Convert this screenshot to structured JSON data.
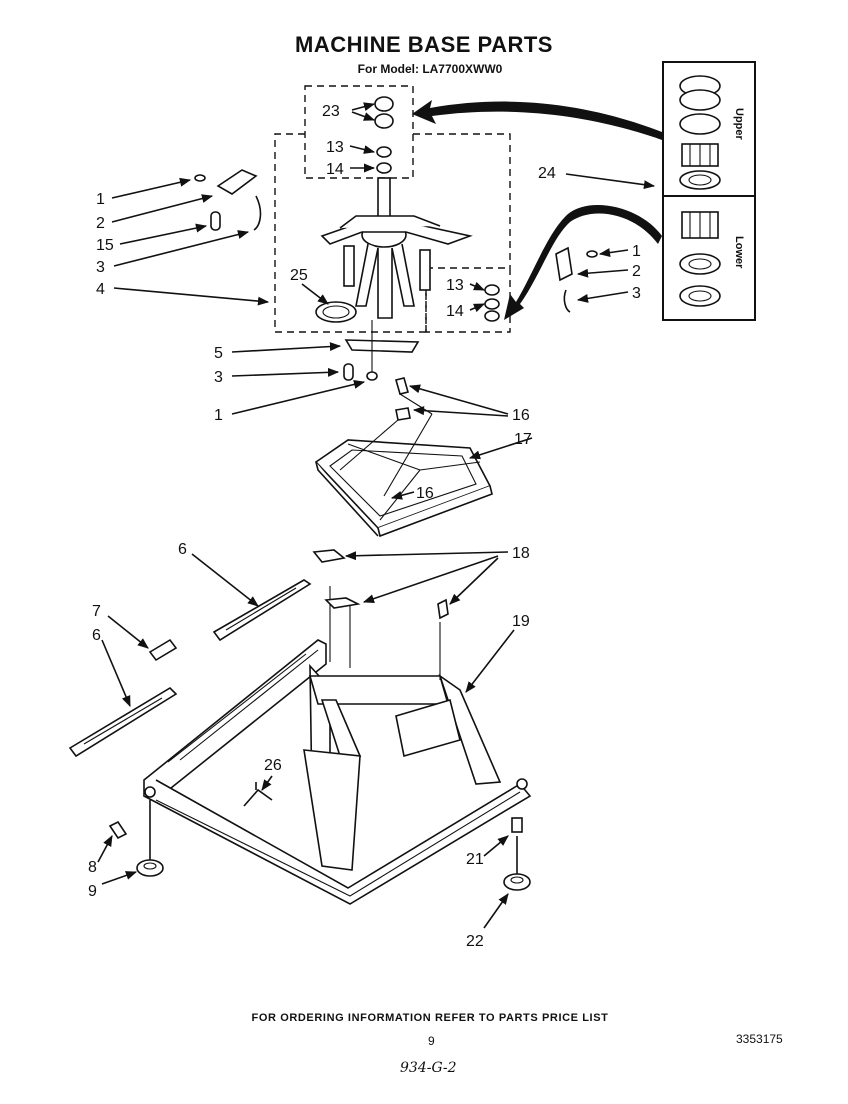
{
  "title": "MACHINE BASE PARTS",
  "model": "For Model: LA7700XWW0",
  "footer": "FOR ORDERING INFORMATION REFER TO PARTS PRICE LIST",
  "page_number": "9",
  "doc_number": "3353175",
  "handwritten_note": "934-G-2",
  "inset": {
    "upper": "Upper",
    "lower": "Lower"
  },
  "labels": {
    "l23": "23",
    "l13a": "13",
    "l14a": "14",
    "l1a": "1",
    "l2a": "2",
    "l15": "15",
    "l3a": "3",
    "l4": "4",
    "l25": "25",
    "l24": "24",
    "l13b": "13",
    "l14b": "14",
    "l1b": "1",
    "l2b": "2",
    "l3b": "3",
    "l5": "5",
    "l3c": "3",
    "l1c": "1",
    "l16a": "16",
    "l17": "17",
    "l16b": "16",
    "l6a": "6",
    "l18": "18",
    "l7": "7",
    "l6b": "6",
    "l19": "19",
    "l26": "26",
    "l8": "8",
    "l9": "9",
    "l21": "21",
    "l22": "22"
  }
}
